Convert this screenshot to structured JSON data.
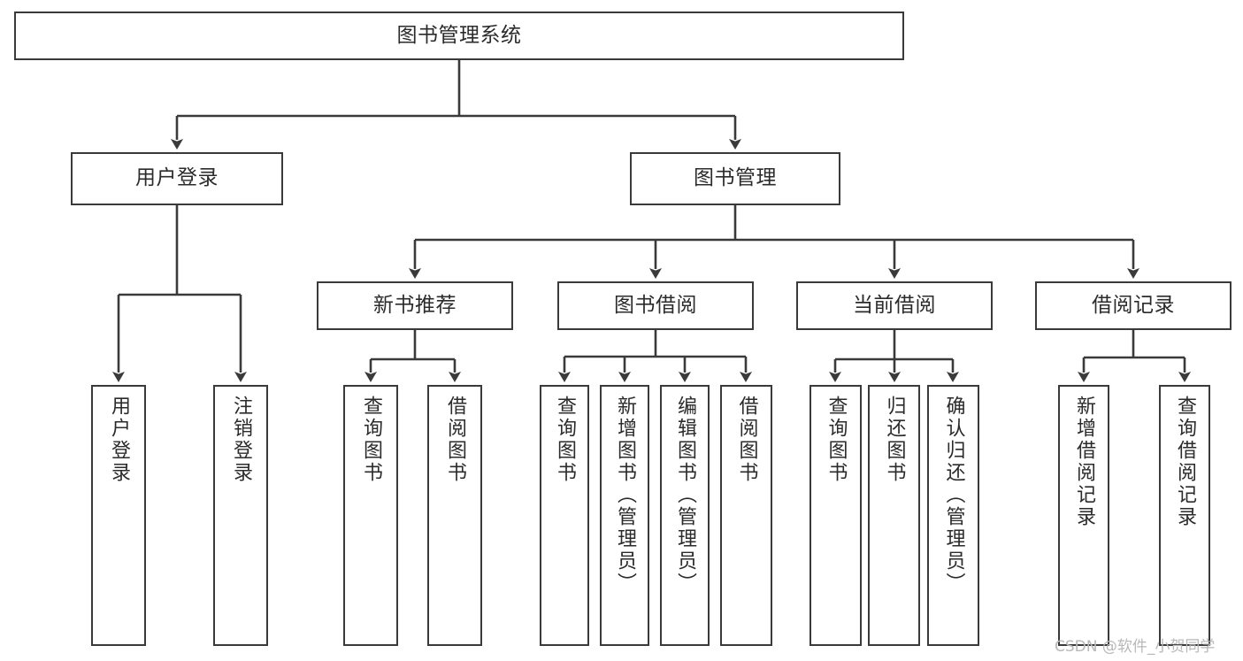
{
  "diagram": {
    "type": "tree-hierarchy",
    "title": "图书管理系统",
    "root": {
      "label": "图书管理系统"
    },
    "level2": [
      {
        "id": "login",
        "label": "用户登录"
      },
      {
        "id": "bookmgmt",
        "label": "图书管理"
      }
    ],
    "level3": [
      {
        "id": "newbook",
        "label": "新书推荐",
        "parent": "bookmgmt"
      },
      {
        "id": "borrow",
        "label": "图书借阅",
        "parent": "bookmgmt"
      },
      {
        "id": "current",
        "label": "当前借阅",
        "parent": "bookmgmt"
      },
      {
        "id": "record",
        "label": "借阅记录",
        "parent": "bookmgmt"
      }
    ],
    "leaves": {
      "login": [
        {
          "id": "l-login",
          "label": "用户登录"
        },
        {
          "id": "l-logout",
          "label": "注销登录"
        }
      ],
      "newbook": [
        {
          "id": "nb-query",
          "label": "查询图书"
        },
        {
          "id": "nb-borrow",
          "label": "借阅图书"
        }
      ],
      "borrow": [
        {
          "id": "bw-query",
          "label": "查询图书"
        },
        {
          "id": "bw-add",
          "label": "新增图书（管理员）"
        },
        {
          "id": "bw-edit",
          "label": "编辑图书（管理员）"
        },
        {
          "id": "bw-borrow",
          "label": "借阅图书"
        }
      ],
      "current": [
        {
          "id": "cu-query",
          "label": "查询图书"
        },
        {
          "id": "cu-return",
          "label": "归还图书"
        },
        {
          "id": "cu-confirm",
          "label": "确认归还（管理员）"
        }
      ],
      "record": [
        {
          "id": "rc-add",
          "label": "新增借阅记录"
        },
        {
          "id": "rc-query",
          "label": "查询借阅记录"
        }
      ]
    },
    "colors": {
      "box_border": "#3a3a3a",
      "box_fill": "#ffffff",
      "text": "#2b2b2b",
      "edge": "#3a3a3a",
      "watermark": "#b8b8b8",
      "background": "#ffffff"
    }
  },
  "watermark": {
    "text": "CSDN @软件_小贺同学"
  }
}
